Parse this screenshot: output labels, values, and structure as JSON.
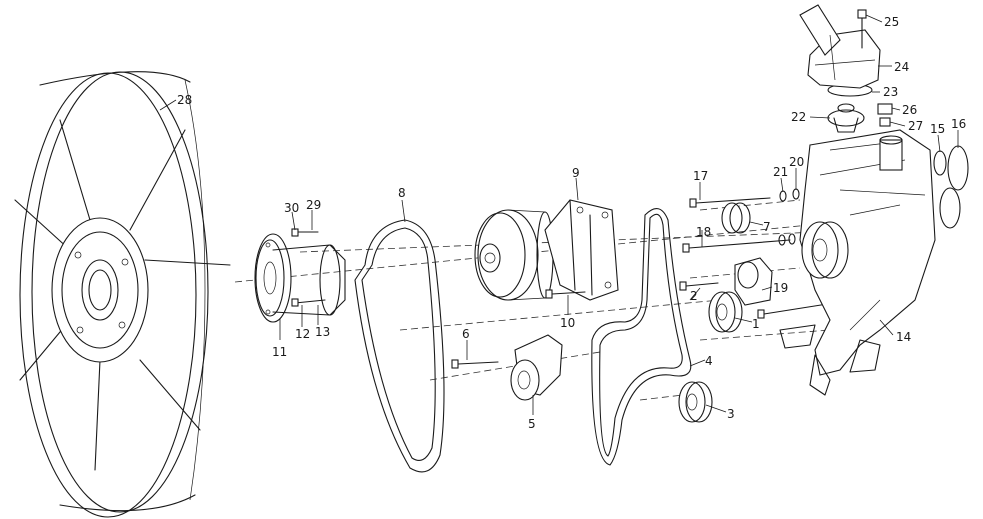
{
  "callouts": [
    {
      "id": "1",
      "label": "1"
    },
    {
      "id": "2",
      "label": "2"
    },
    {
      "id": "3",
      "label": "3"
    },
    {
      "id": "4",
      "label": "4"
    },
    {
      "id": "5",
      "label": "5"
    },
    {
      "id": "6",
      "label": "6"
    },
    {
      "id": "7",
      "label": "7"
    },
    {
      "id": "8",
      "label": "8"
    },
    {
      "id": "9",
      "label": "9"
    },
    {
      "id": "10",
      "label": "10"
    },
    {
      "id": "11",
      "label": "11"
    },
    {
      "id": "12",
      "label": "12"
    },
    {
      "id": "13",
      "label": "13"
    },
    {
      "id": "14",
      "label": "14"
    },
    {
      "id": "15",
      "label": "15"
    },
    {
      "id": "16",
      "label": "16"
    },
    {
      "id": "17",
      "label": "17"
    },
    {
      "id": "18",
      "label": "18"
    },
    {
      "id": "19",
      "label": "19"
    },
    {
      "id": "20",
      "label": "20"
    },
    {
      "id": "21",
      "label": "21"
    },
    {
      "id": "22",
      "label": "22"
    },
    {
      "id": "23",
      "label": "23"
    },
    {
      "id": "24",
      "label": "24"
    },
    {
      "id": "25",
      "label": "25"
    },
    {
      "id": "26",
      "label": "26"
    },
    {
      "id": "27",
      "label": "27"
    },
    {
      "id": "28",
      "label": "28"
    },
    {
      "id": "29",
      "label": "29"
    },
    {
      "id": "30",
      "label": "30"
    }
  ]
}
